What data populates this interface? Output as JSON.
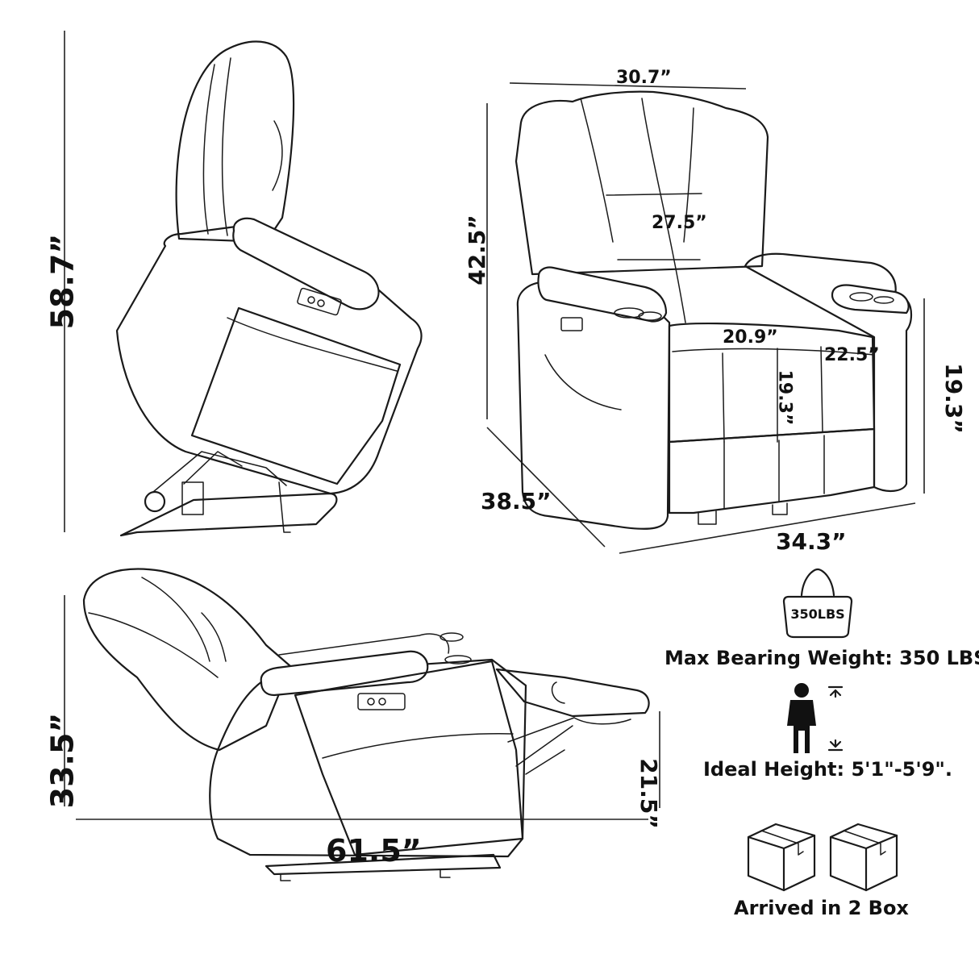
{
  "dimensions": {
    "lift_height": "58.7”",
    "width_top": "30.7”",
    "back_height": "42.5”",
    "back_cushion_height": "27.5”",
    "seat_width": "20.9”",
    "seat_depth": "22.5”",
    "seat_height_center": "19.3”",
    "seat_height_side": "19.3”",
    "depth": "38.5”",
    "overall_width": "34.3”",
    "recline_height": "33.5”",
    "footrest_height": "21.5”",
    "recline_length": "61.5”"
  },
  "info": {
    "weight_badge": "350LBS",
    "max_weight": "Max Bearing Weight: 350 LBS",
    "ideal_height": "Ideal Height: 5'1\"-5'9\".",
    "boxes": "Arrived in 2 Box"
  }
}
